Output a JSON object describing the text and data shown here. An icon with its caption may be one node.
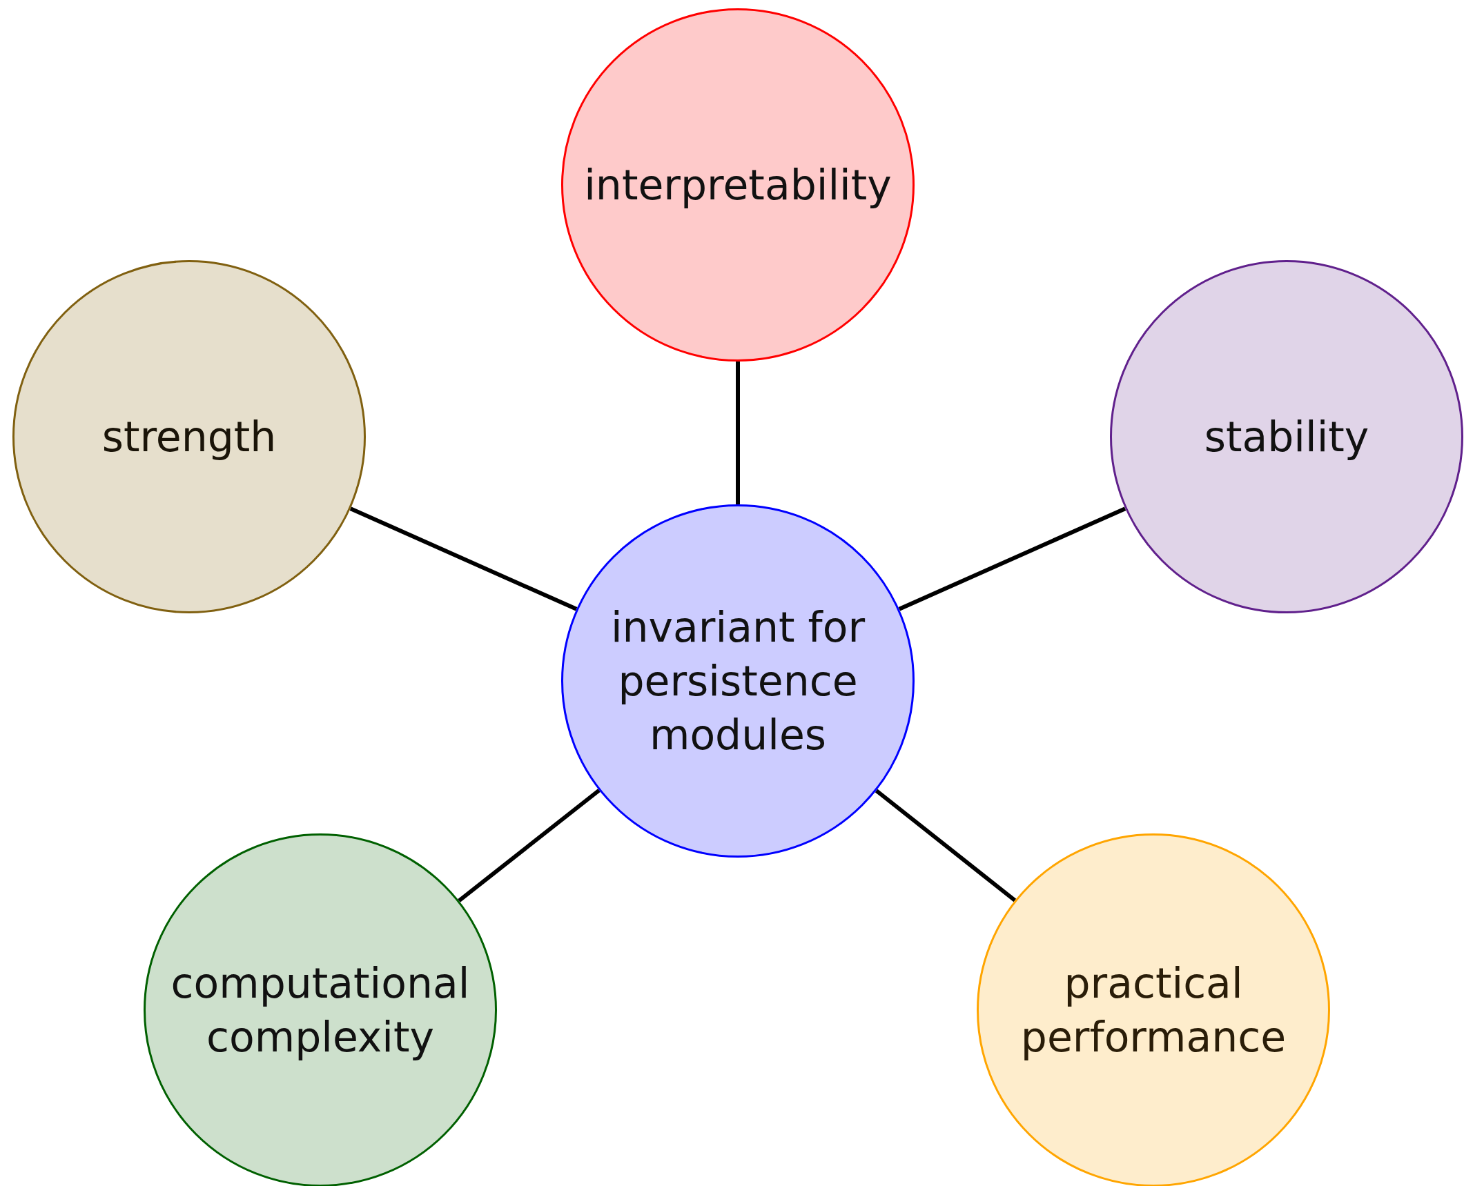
{
  "diagram": {
    "nodes": [
      {
        "text": [
          "interpretability"
        ]
      },
      {
        "text": [
          "strength"
        ]
      },
      {
        "text": [
          "stability"
        ]
      },
      {
        "text": [
          "invariant for persistence modules"
        ]
      },
      {
        "text": [
          "computational complexity"
        ]
      },
      {
        "text": [
          "practical performance"
        ]
      }
    ],
    "edges": [
      {
        "from": 3,
        "to": 0,
        "arrow": "none"
      },
      {
        "from": 3,
        "to": 1,
        "arrow": "none"
      },
      {
        "from": 3,
        "to": 2,
        "arrow": "none"
      },
      {
        "from": 3,
        "to": 4,
        "arrow": "none"
      },
      {
        "from": 3,
        "to": 5,
        "arrow": "none"
      }
    ]
  }
}
